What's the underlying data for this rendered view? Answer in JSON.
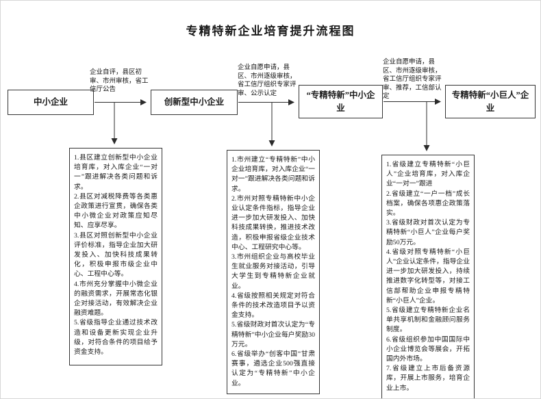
{
  "title": "专精特新企业培育提升流程图",
  "flow": {
    "stages": [
      {
        "label": "中小企业"
      },
      {
        "label": "创新型中小企业"
      },
      {
        "label": "“专精特新”中小企业"
      },
      {
        "label": "专精特新“小巨人”企业"
      }
    ],
    "transitions": [
      {
        "label": "企业自评，县区初审、市州审核，省工信厅公告"
      },
      {
        "label": "企业自愿申请，县区、市州逐级审核，省工信厅组织专家评审、公示认定"
      },
      {
        "label": "企业自愿申请，县区、市州逐级审核，省工信厅组织专家评审、推荐，工信部认定"
      }
    ]
  },
  "detail_boxes": [
    {
      "items": [
        "1.县区建立创新型中小企业培育库，对入库企业“一对一”跟进解决各类问题和诉求。",
        "2.县区对减税降费等各类惠企政策进行宣贯，确保各类中小微企业对政策应知尽知、应享尽享。",
        "3.县区对照创新型中小企业评价标准，指导企业加大研发投入、加快科技成果转化，积极申报市级企业中心、工程中心等。",
        "4.市州充分掌握中小微企业的融资需求，开展常态化银企对接活动，有效解决企业融资难题。",
        "5.省级指导企业通过技术改造和设备更新实现企业升级，对符合条件的项目给予资金支持。"
      ]
    },
    {
      "items": [
        "1.市州建立“专精特新”中小企业培育库，对入库企业“一对一”跟进解决各类问题和诉求。",
        "2.市州对照专精特新中小企业认定条件指标，指导企业进一步加大研发投入、加快科技成果转换，推进技术改造，积极申报省级企业技术中心、工程研究中心等。",
        "3.市州组织企业与高校毕业生就业服务对接活动，引导大学生到专精特新企业就业。",
        "4.省级按照相关规定对符合条件的技术改造项目予以资金支持。",
        "5.省级财政对首次认定为“专精特新”中小企业每户奖励30万元。",
        "6.省级举办“创客中国”甘肃赛事，遴选企业500强直接认定为“专精特新”中小企业。"
      ]
    },
    {
      "items": [
        "1.省级建立专精特新“小巨人”企业培育库，对入库企业“一对一”跟进",
        "2.省级建立“一户一档”成长档案，确保各项惠企政策落实。",
        "3.省级财政对首次认定为专精特新“小巨人”企业每户奖励50万元。",
        "4.省级对照专精特新“小巨人”企业认定条件，指导企业进一步加大研发投入，持续推进数字化转型等，对接工信部帮助企业申报专精特新“小巨人”企业。",
        "5.省级建立专精特新企业名单共享机制和金融顾问服务制度。",
        "6.省级组织参加中国国际中小企业博览会等展会，开拓国内外市场。",
        "7.省级建立上市后备资源库，开展上市服务，培育企业上市。"
      ]
    }
  ]
}
